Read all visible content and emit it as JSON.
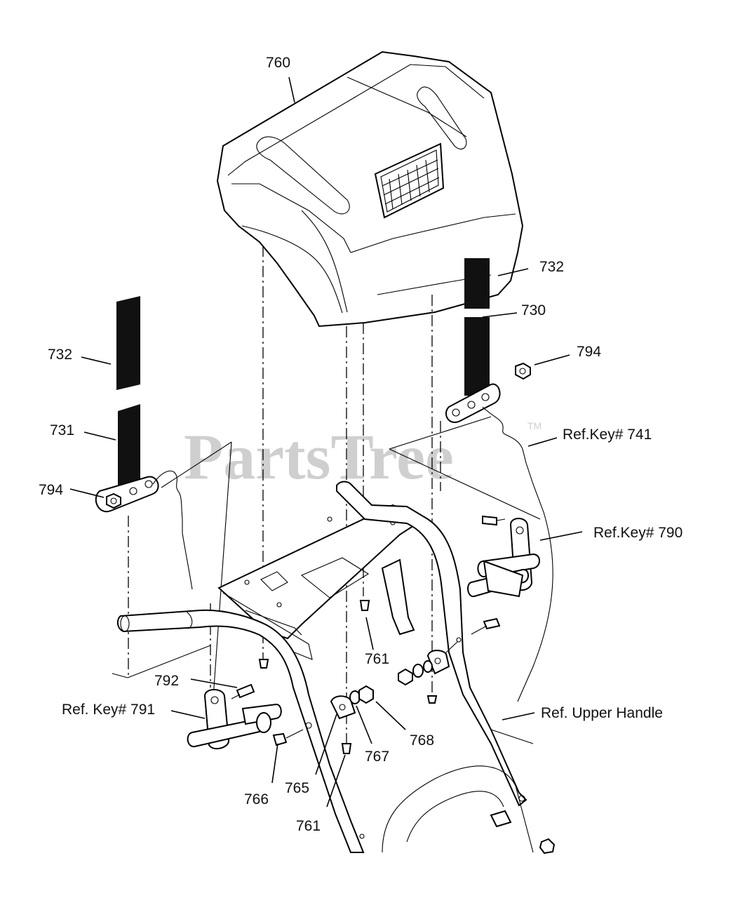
{
  "watermark": {
    "text": "PartsTree",
    "trademark": "TM"
  },
  "labels": {
    "l760": "760",
    "l732_right": "732",
    "l730": "730",
    "l794_right": "794",
    "l732_left": "732",
    "l731": "731",
    "l794_left": "794",
    "ref741": "Ref.Key# 741",
    "ref790": "Ref.Key# 790",
    "l761_mid": "761",
    "l792": "792",
    "ref791": "Ref. Key# 791",
    "ref_upper_handle": "Ref. Upper Handle",
    "l768": "768",
    "l767": "767",
    "l765": "765",
    "l766": "766",
    "l761_low": "761"
  }
}
